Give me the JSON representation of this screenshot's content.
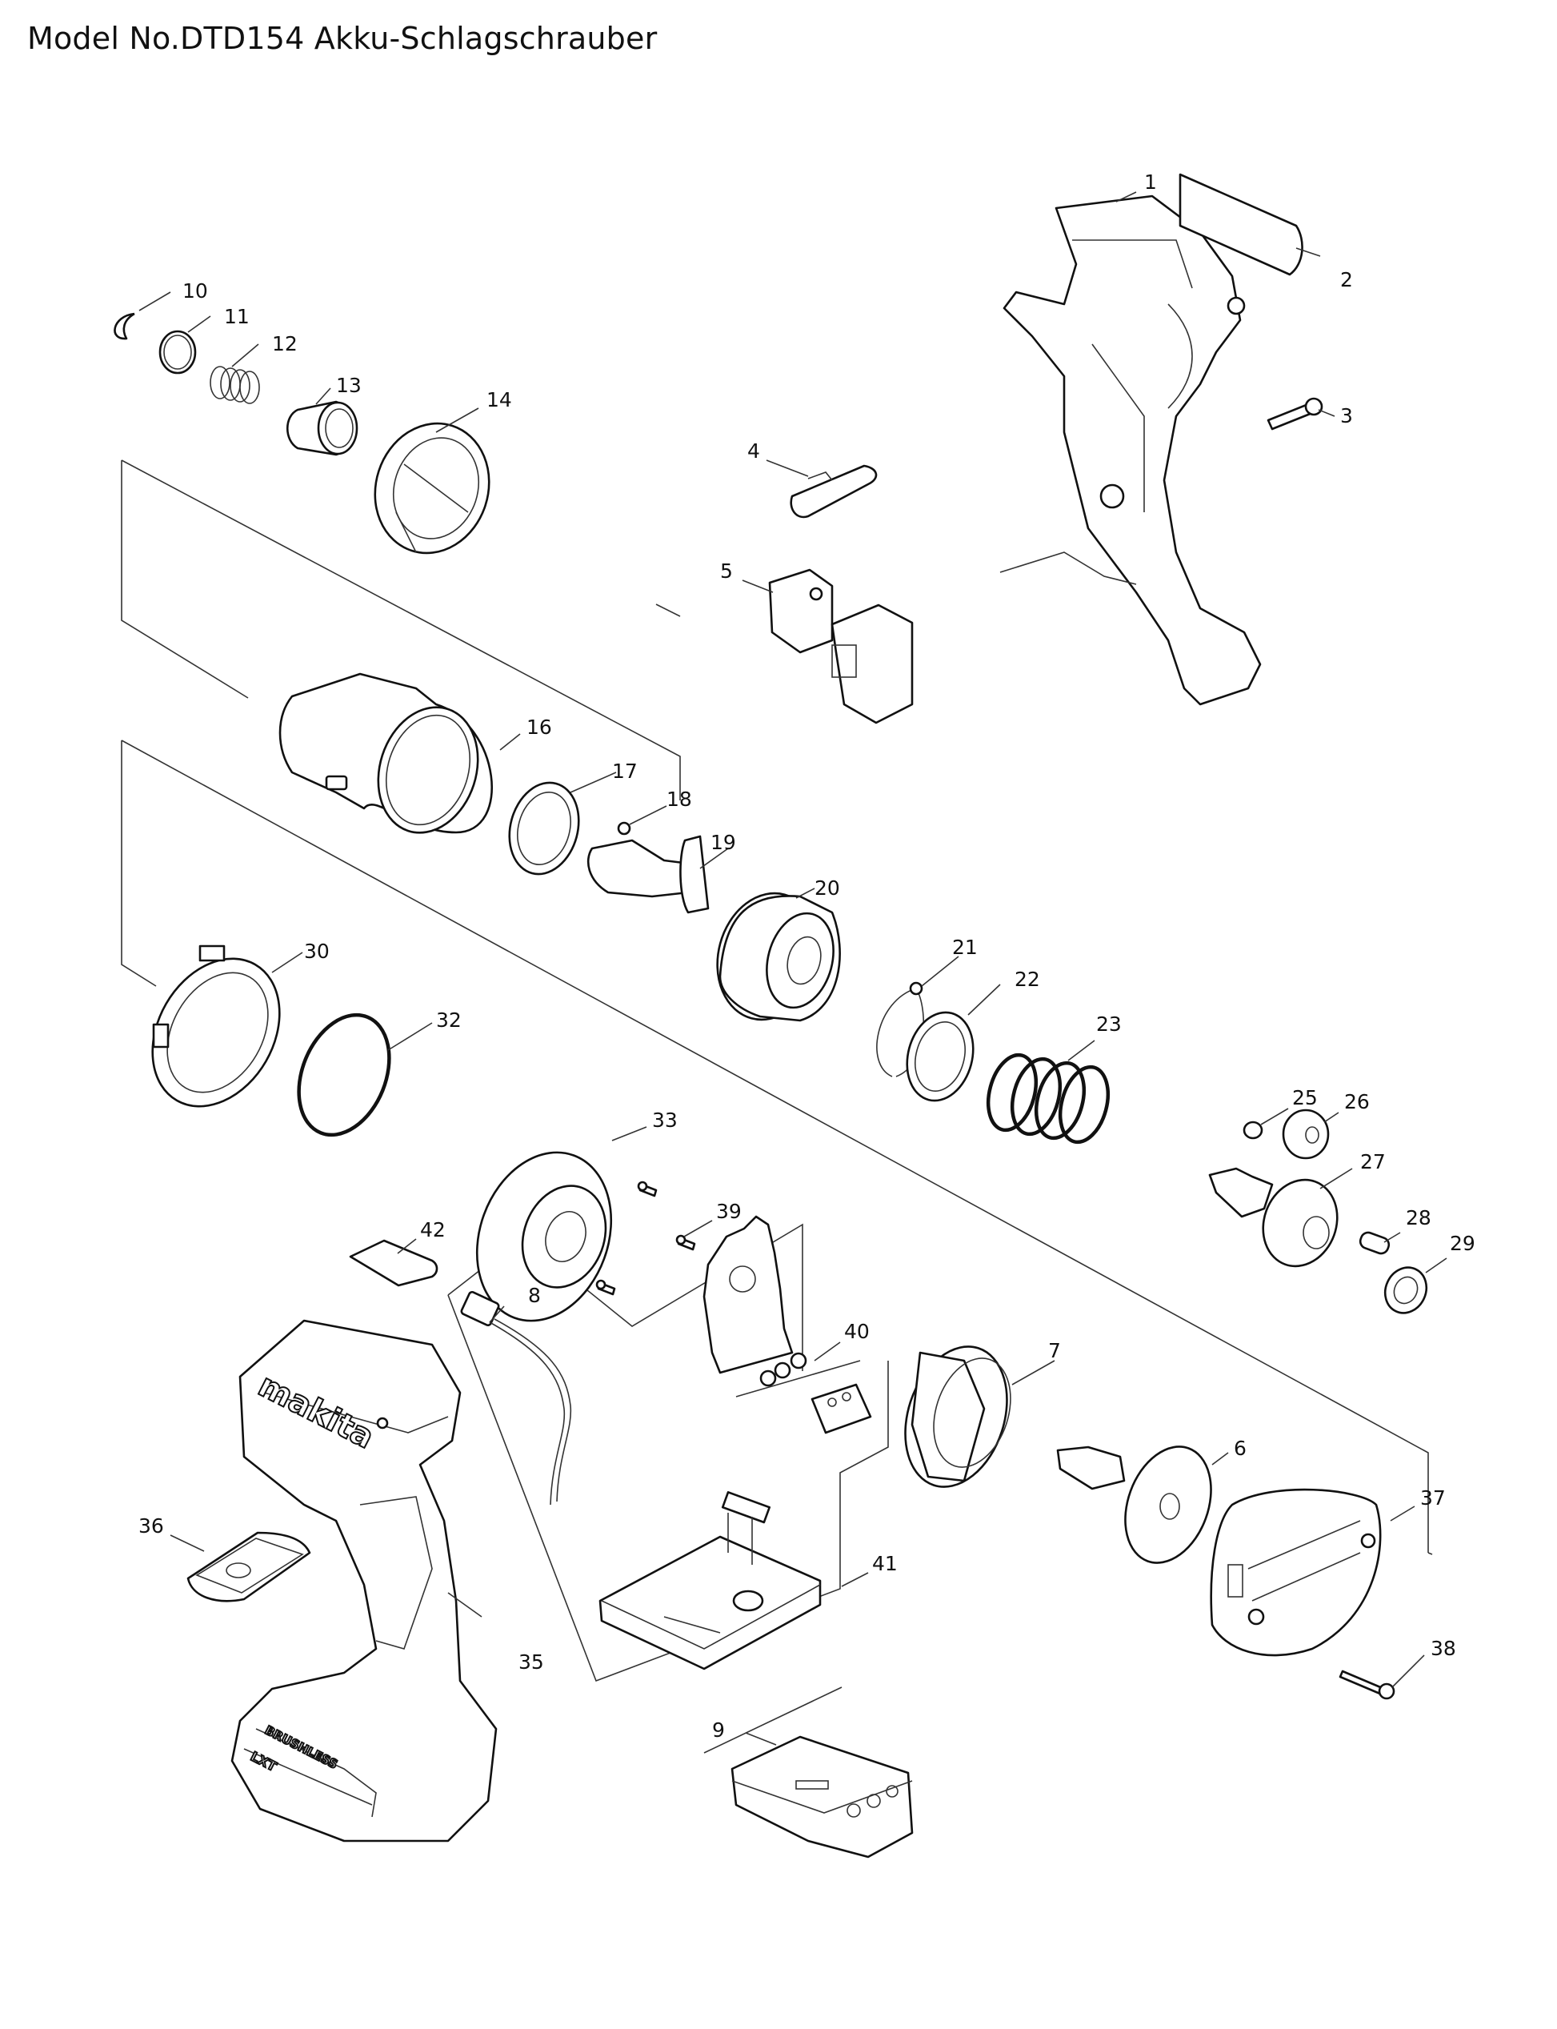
{
  "title": "Model No.DTD154 Akku-Schlagschrauber",
  "parts": [
    {
      "no": "1",
      "name": "housing-set",
      "label_icon": "housing-icon"
    },
    {
      "no": "2",
      "name": "name-plate",
      "label_icon": "plate-icon"
    },
    {
      "no": "3",
      "name": "tapping-screw",
      "label_icon": "screw-icon"
    },
    {
      "no": "4",
      "name": "switch-lever",
      "label_icon": "lever-icon"
    },
    {
      "no": "5",
      "name": "switch",
      "label_icon": "switch-icon"
    },
    {
      "no": "6",
      "name": "rotor",
      "label_icon": "rotor-icon"
    },
    {
      "no": "7",
      "name": "stator",
      "label_icon": "stator-icon"
    },
    {
      "no": "8",
      "name": "led-circuit",
      "label_icon": "led-icon"
    },
    {
      "no": "9",
      "name": "terminal",
      "label_icon": "terminal-icon"
    },
    {
      "no": "10",
      "name": "retaining-ring",
      "label_icon": "ring-icon"
    },
    {
      "no": "11",
      "name": "flat-washer",
      "label_icon": "washer-icon"
    },
    {
      "no": "12",
      "name": "compression-spring",
      "label_icon": "spring-icon"
    },
    {
      "no": "13",
      "name": "sleeve",
      "label_icon": "sleeve-icon"
    },
    {
      "no": "14",
      "name": "bumper",
      "label_icon": "bumper-icon"
    },
    {
      "no": "16",
      "name": "hammer-case",
      "label_icon": "case-icon"
    },
    {
      "no": "17",
      "name": "flat-washer",
      "label_icon": "washer-icon"
    },
    {
      "no": "18",
      "name": "steel-ball",
      "label_icon": "ball-icon"
    },
    {
      "no": "19",
      "name": "anvil",
      "label_icon": "anvil-icon"
    },
    {
      "no": "20",
      "name": "hammer",
      "label_icon": "hammer-icon"
    },
    {
      "no": "21",
      "name": "steel-ball",
      "label_icon": "ball-icon"
    },
    {
      "no": "22",
      "name": "flat-washer",
      "label_icon": "washer-icon"
    },
    {
      "no": "23",
      "name": "compression-spring",
      "label_icon": "spring-icon"
    },
    {
      "no": "25",
      "name": "steel-ball",
      "label_icon": "ball-icon"
    },
    {
      "no": "26",
      "name": "spur-gear",
      "label_icon": "gear-icon"
    },
    {
      "no": "27",
      "name": "spindle",
      "label_icon": "spindle-icon"
    },
    {
      "no": "28",
      "name": "pin",
      "label_icon": "pin-icon"
    },
    {
      "no": "29",
      "name": "flat-washer",
      "label_icon": "washer-icon"
    },
    {
      "no": "30",
      "name": "internal-gear",
      "label_icon": "ring-gear-icon"
    },
    {
      "no": "32",
      "name": "o-ring",
      "label_icon": "o-ring-icon"
    },
    {
      "no": "33",
      "name": "bearing-box",
      "label_icon": "bearing-icon"
    },
    {
      "no": "35",
      "name": "housing-set",
      "label_icon": "housing-icon"
    },
    {
      "no": "36",
      "name": "switch-cover",
      "label_icon": "cover-icon"
    },
    {
      "no": "37",
      "name": "rear-cover",
      "label_icon": "cover-icon"
    },
    {
      "no": "38",
      "name": "tapping-screw",
      "label_icon": "screw-icon"
    },
    {
      "no": "39",
      "name": "screw",
      "label_icon": "screw-icon"
    },
    {
      "no": "40",
      "name": "screw",
      "label_icon": "screw-icon"
    },
    {
      "no": "41",
      "name": "controller",
      "label_icon": "controller-icon"
    },
    {
      "no": "42",
      "name": "name-plate",
      "label_icon": "plate-icon"
    }
  ],
  "markings": {
    "brand": "makita",
    "badge_brushless": "BRUSHLESS",
    "badge_lxt": "LXT"
  },
  "colors": {
    "ink": "#111111",
    "paper": "#ffffff"
  }
}
